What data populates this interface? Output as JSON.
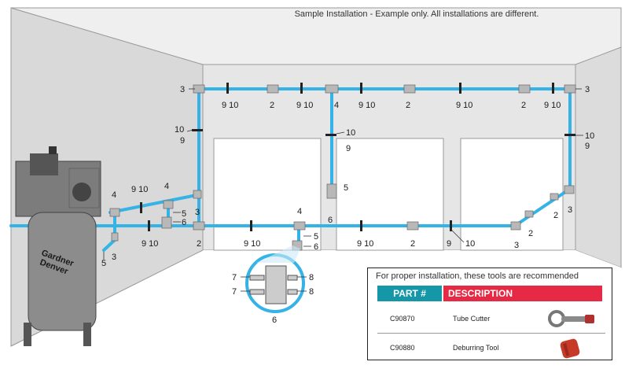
{
  "note": "Sample Installation - Example only.  All installations are different.",
  "brand": {
    "line1": "Gardner",
    "line2": "Denver"
  },
  "callouts": {
    "c2": "2",
    "c3": "3",
    "c4": "4",
    "c5": "5",
    "c6": "6",
    "c7": "7",
    "c8": "8",
    "c9": "9",
    "c10": "10",
    "c910": "9 10"
  },
  "tools_box": {
    "title": "For proper installation, these tools are recommended",
    "header": {
      "part": "PART #",
      "description": "DESCRIPTION"
    },
    "rows": [
      {
        "part": "C90870",
        "description": "Tube Cutter",
        "icon": "tube-cutter-icon"
      },
      {
        "part": "C90880",
        "description": "Deburring Tool",
        "icon": "deburring-tool-icon"
      }
    ]
  },
  "colors": {
    "pipe": "#35b3e6",
    "part_header": "#1597a8",
    "desc_header": "#e62a45"
  }
}
